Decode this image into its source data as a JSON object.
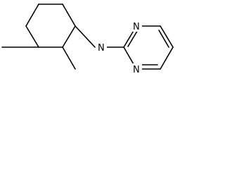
{
  "molecule": {
    "atoms": {
      "amine_nitrogen": "N",
      "pyrimidine_nitrogen_top": "N",
      "pyrimidine_nitrogen_bottom": "N"
    }
  },
  "colors": {
    "bond": "#000000",
    "label": "#000000",
    "background": "#ffffff"
  }
}
